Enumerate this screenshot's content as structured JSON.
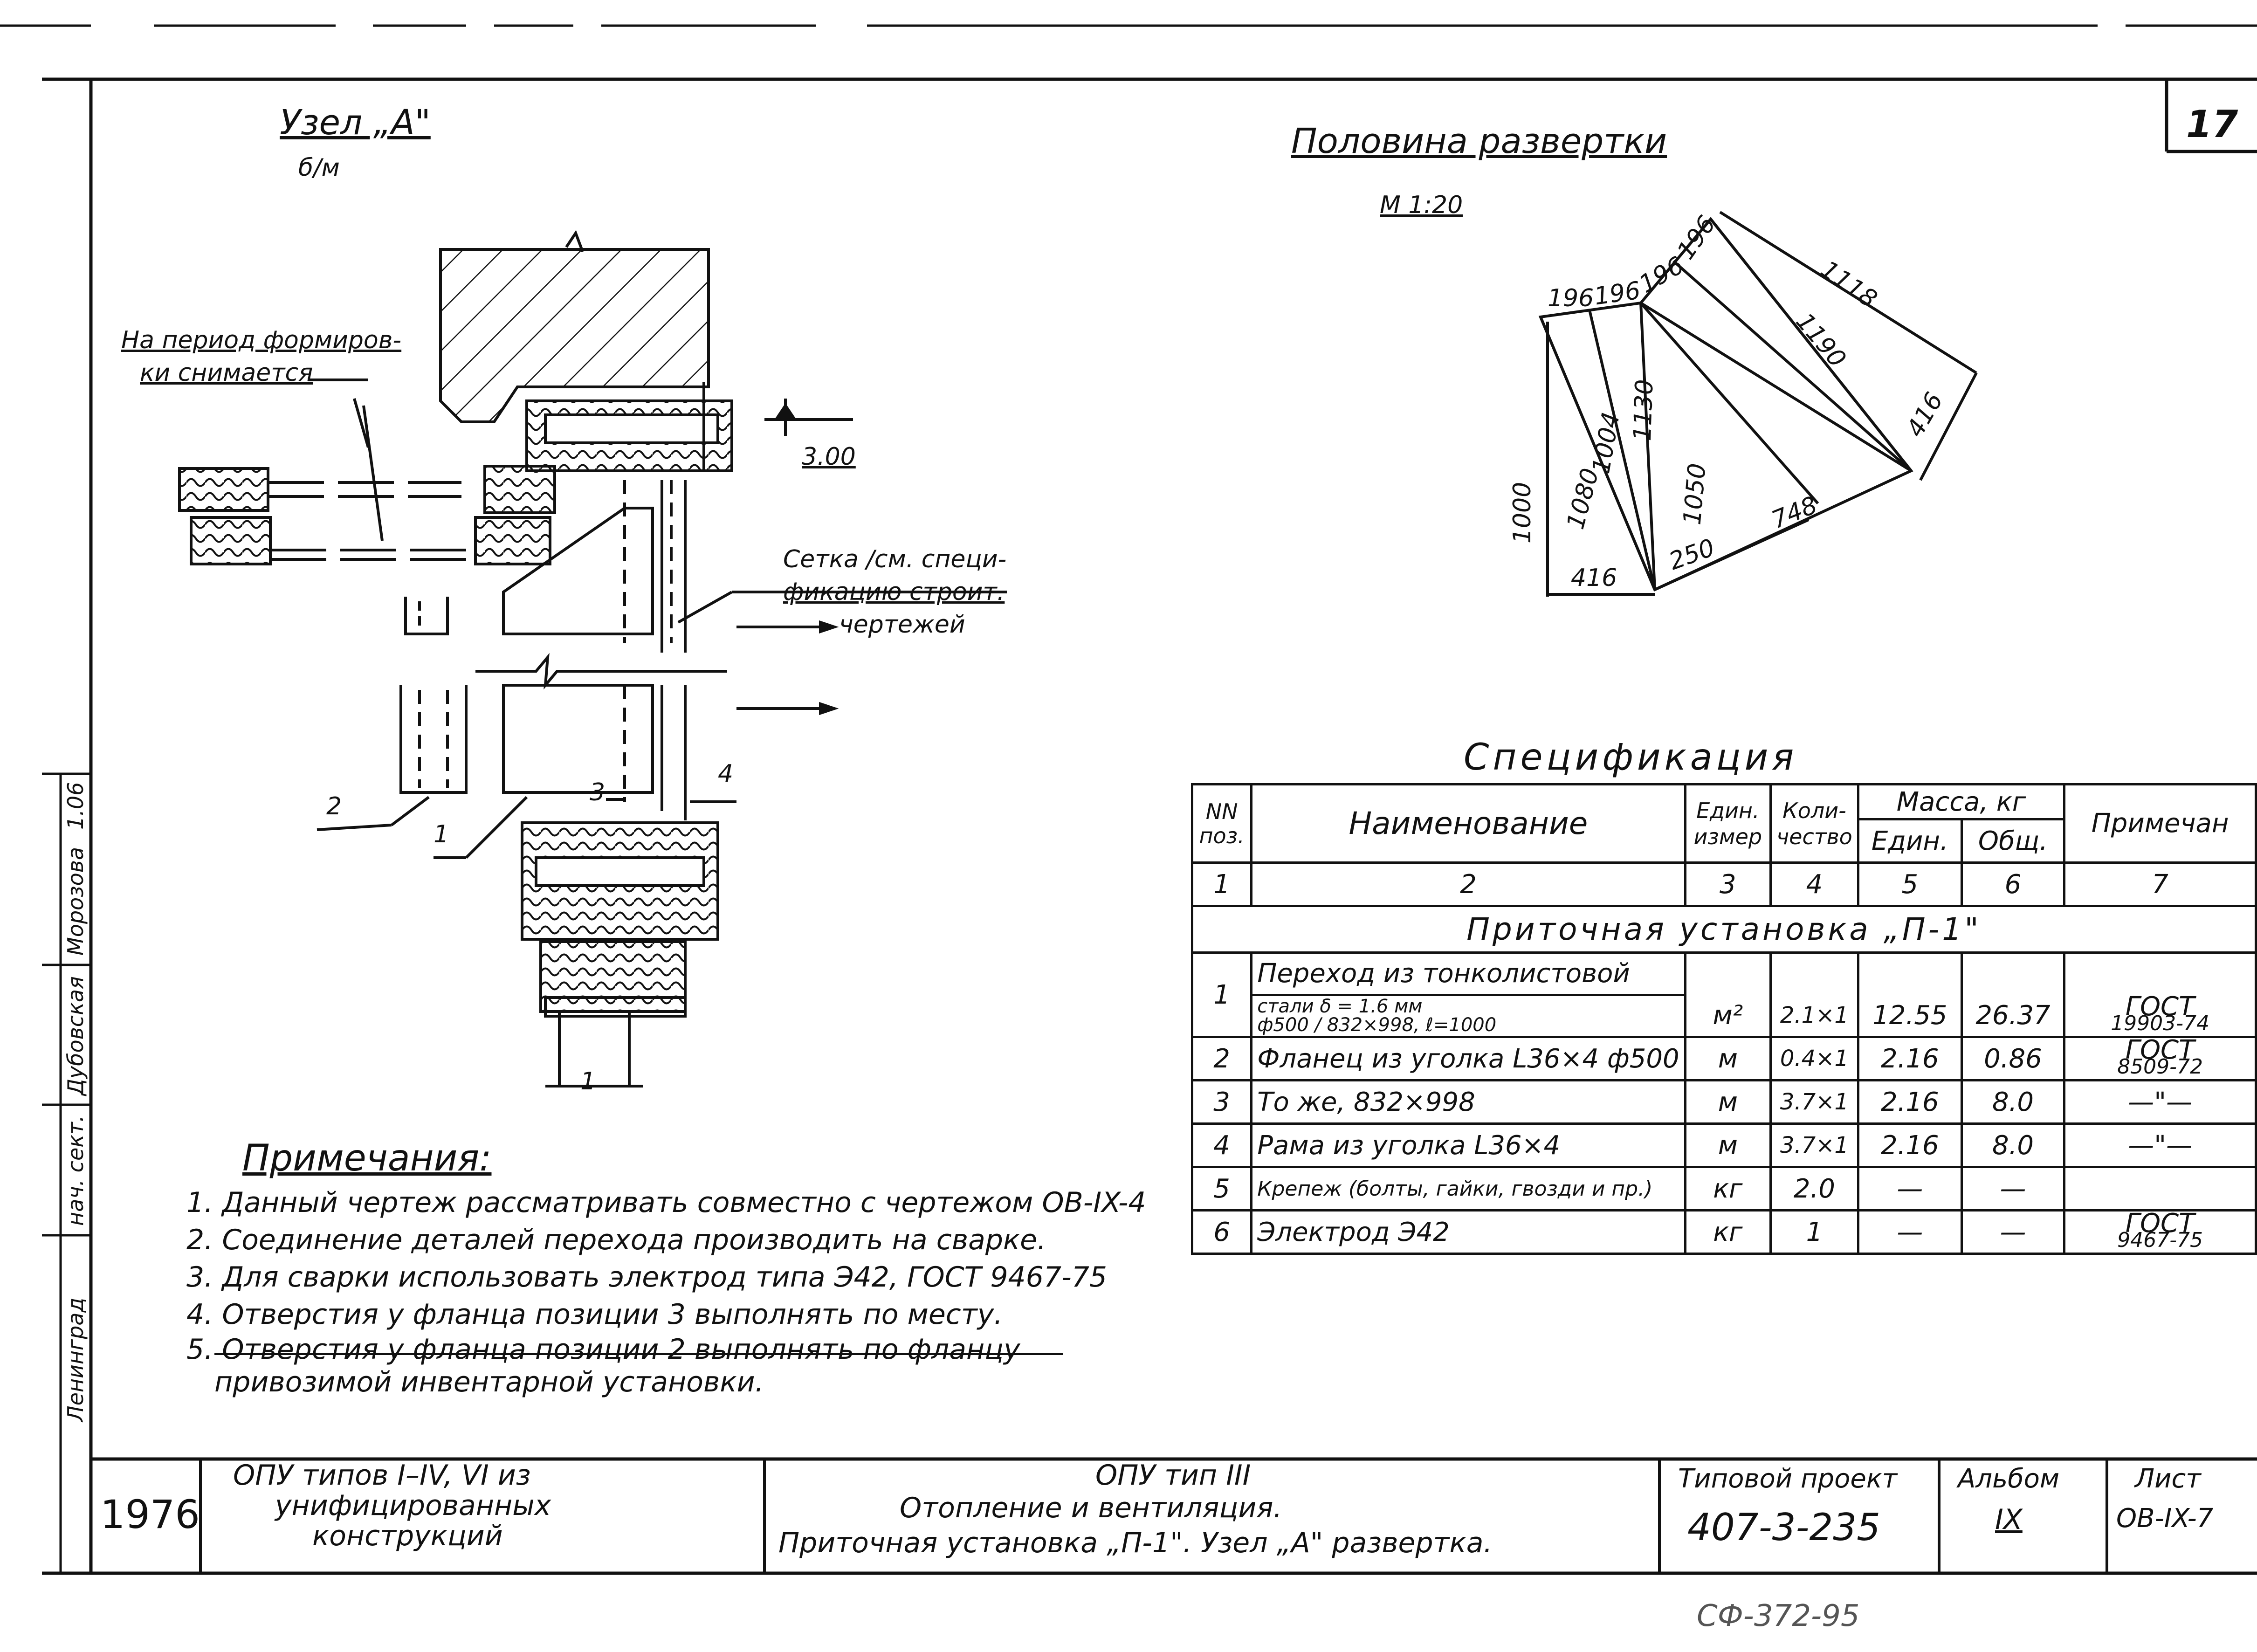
{
  "sheet_number": "17",
  "node_title": "Узел „А\"",
  "node_scale": "б/м",
  "unfold_title": "Половина развертки",
  "unfold_scale": "М 1:20",
  "callouts": {
    "removed_line1": "На период формиров-",
    "removed_line2": "ки снимается",
    "elevation": "3.00",
    "mesh_line1": "Сетка /см. специ-",
    "mesh_line2": "фикацию строит.",
    "mesh_line3": "чертежей",
    "pos1": "1",
    "pos2": "2",
    "pos3": "3",
    "pos4": "4",
    "section_mark": "1"
  },
  "unfold_dims": {
    "d196a": "196",
    "d196b": "196",
    "d196c": "196",
    "d196d": "196",
    "d1118": "1118",
    "d1190": "1190",
    "d416r": "416",
    "d1000": "1000",
    "d1080": "1080",
    "d1004": "1004",
    "d1130": "1130",
    "d1050": "1050",
    "d748": "748",
    "d250": "250",
    "d416b": "416"
  },
  "spec": {
    "title": "Спецификация",
    "headers": {
      "pos_line1": "NN",
      "pos_line2": "поз.",
      "name": "Наименование",
      "unit_line1": "Един.",
      "unit_line2": "измер",
      "qty_line1": "Коли-",
      "qty_line2": "чество",
      "mass": "Масса, кг",
      "mass_unit": "Един.",
      "mass_total": "Общ.",
      "note": "Примечан"
    },
    "col_numbers": [
      "1",
      "2",
      "3",
      "4",
      "5",
      "6",
      "7"
    ],
    "group_title": "Приточная установка „П-1\"",
    "row1_name_line1": "Переход из тонколистовой",
    "row1_name_line2": "стали δ = 1.6 мм",
    "row1_name_line3": "ф500 / 832×998, ℓ=1000",
    "rows": [
      {
        "pos": "1",
        "unit": "м²",
        "qty": "2.1×1",
        "mass_unit": "12.55",
        "mass_total": "26.37",
        "note1": "ГОСТ",
        "note2": "19903-74"
      },
      {
        "pos": "2",
        "name": "Фланец из уголка L36×4 ф500",
        "unit": "м",
        "qty": "0.4×1",
        "mass_unit": "2.16",
        "mass_total": "0.86",
        "note1": "ГОСТ",
        "note2": "8509-72"
      },
      {
        "pos": "3",
        "name": "То же, 832×998",
        "unit": "м",
        "qty": "3.7×1",
        "mass_unit": "2.16",
        "mass_total": "8.0",
        "note1": "—\"—",
        "note2": ""
      },
      {
        "pos": "4",
        "name": "Рама из уголка L36×4",
        "unit": "м",
        "qty": "3.7×1",
        "mass_unit": "2.16",
        "mass_total": "8.0",
        "note1": "—\"—",
        "note2": ""
      },
      {
        "pos": "5",
        "name": "Крепеж (болты, гайки, гвозди и пр.)",
        "unit": "кг",
        "qty": "2.0",
        "mass_unit": "—",
        "mass_total": "—",
        "note1": "",
        "note2": ""
      },
      {
        "pos": "6",
        "name": "Электрод Э42",
        "unit": "кг",
        "qty": "1",
        "mass_unit": "—",
        "mass_total": "—",
        "note1": "ГОСТ",
        "note2": "9467-75"
      }
    ]
  },
  "notes": {
    "title": "Примечания:",
    "items": [
      "1. Данный чертеж рассматривать совместно с чертежом ОВ-IX-4",
      "2. Соединение деталей перехода производить на сварке.",
      "3. Для сварки использовать электрод типа Э42, ГОСТ 9467-75",
      "4. Отверстия у фланца позиции 3 выполнять по месту.",
      "5. Отверстия у фланца позиции 2 выполнять по фланцу",
      "привозимой инвентарной установки."
    ]
  },
  "side_stamp": {
    "city": "Ленинград",
    "head_sect": "нач. сект.",
    "name": "Дубовская",
    "signature": "Морозова",
    "year_fragment": "1.06"
  },
  "title_block": {
    "year": "1976",
    "series_line1": "ОПУ типов I–IV, VI из",
    "series_line2": "унифицированных",
    "series_line3": "конструкций",
    "type": "ОПУ тип III",
    "subject": "Отопление и вентиляция.",
    "sheet_title": "Приточная установка „П-1\". Узел „А\" развертка.",
    "project_label": "Типовой проект",
    "project_number": "407-3-235",
    "album_label": "Альбом",
    "album_number": "IX",
    "sheet_label": "Лист",
    "sheet_code": "ОВ-IX-7"
  },
  "bottom_stamp": "СФ-372-95"
}
